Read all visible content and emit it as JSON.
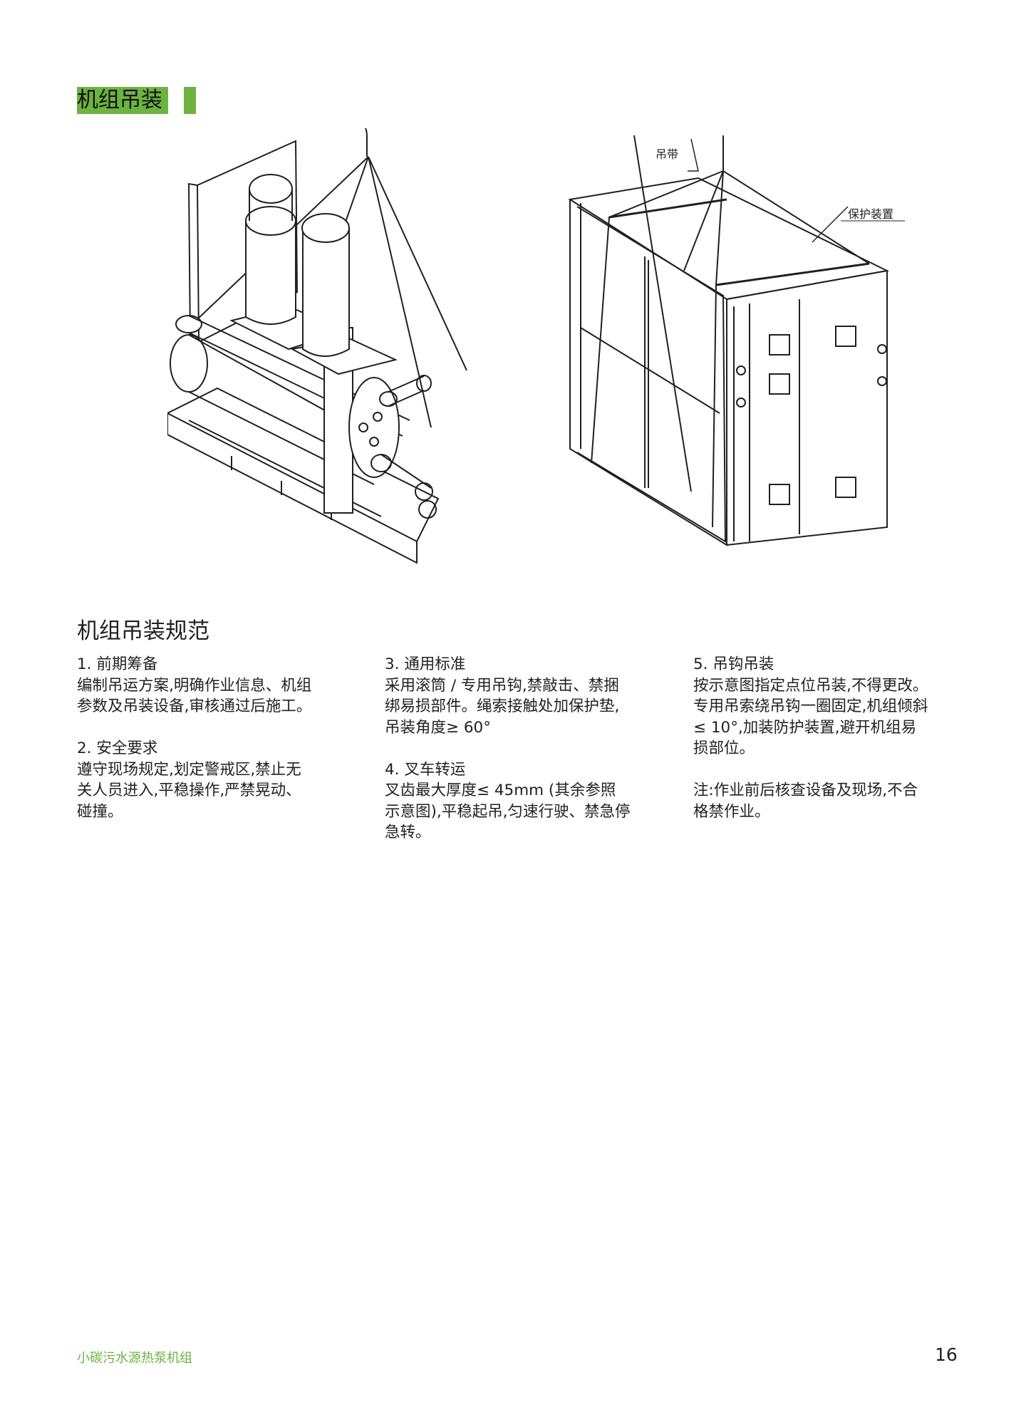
{
  "header": {
    "title": "机组吊装"
  },
  "figure": {
    "labels": {
      "strap": "吊带",
      "protector": "保护装置"
    }
  },
  "section": {
    "title": "机组吊装规范",
    "columns": [
      [
        {
          "heading": "1. 前期筹备",
          "lines": [
            "编制吊运方案,明确作业信息、机组",
            "参数及吊装设备,审核通过后施工。"
          ]
        },
        {
          "heading": "2. 安全要求",
          "lines": [
            "遵守现场规定,划定警戒区,禁止无",
            "关人员进入,平稳操作,严禁晃动、",
            "碰撞。"
          ]
        }
      ],
      [
        {
          "heading": "3. 通用标准",
          "lines": [
            "采用滚筒 / 专用吊钩,禁敲击、禁捆",
            "绑易损部件。绳索接触处加保护垫,",
            "吊装角度≥ 60°"
          ]
        },
        {
          "heading": "4. 叉车转运",
          "lines": [
            "叉齿最大厚度≤ 45mm (其余参照",
            "示意图),平稳起吊,匀速行驶、禁急停",
            "急转。"
          ]
        }
      ],
      [
        {
          "heading": "5. 吊钩吊装",
          "lines": [
            "按示意图指定点位吊装,不得更改。",
            "专用吊索绕吊钩一圈固定,机组倾斜",
            "≤ 10°,加装防护装置,避开机组易",
            "损部位。"
          ]
        },
        {
          "heading": "",
          "lines": [
            "注:作业前后核查设备及现场,不合",
            "格禁作业。"
          ]
        }
      ]
    ]
  },
  "footer": {
    "product": "小碳污水源热泵机组",
    "page": "16"
  },
  "colors": {
    "accent": "#6cb33f",
    "text": "#231f20"
  }
}
